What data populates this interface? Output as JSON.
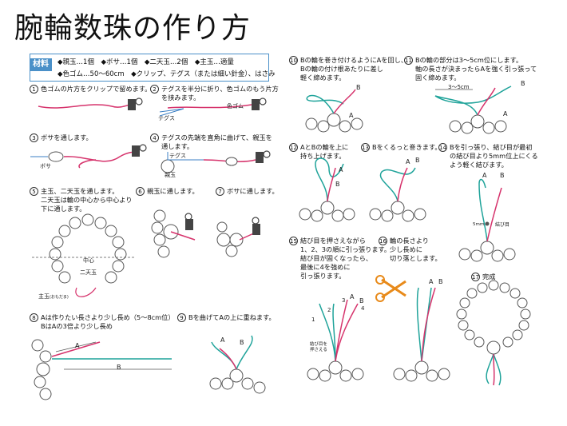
{
  "title": "腕輪数珠の作り方",
  "materials": {
    "tag": "材料",
    "line1": "◆親玉…1個　◆ボサ…1個　◆二天玉…2個　◆主玉…適量",
    "line2": "◆色ゴム…50〜60cm　◆クリップ、テグス（または細い針金）、はさみ"
  },
  "steps": [
    {
      "num": "1",
      "lines": [
        "色ゴムの片方をクリップで留めます。"
      ]
    },
    {
      "num": "2",
      "lines": [
        "テグスを半分に折り、色ゴムのもう片方",
        "を挟みます。"
      ]
    },
    {
      "num": "3",
      "lines": [
        "ボサを通します。"
      ]
    },
    {
      "num": "4",
      "lines": [
        "テグスの先端を直角に曲げて、親玉を",
        "通します。"
      ]
    },
    {
      "num": "5",
      "lines": [
        "主玉、二天玉を通します。",
        "二天玉は輪の中心から中心より",
        "下に通します。"
      ]
    },
    {
      "num": "6",
      "lines": [
        "親玉に通します。"
      ]
    },
    {
      "num": "7",
      "lines": [
        "ボサに通します。"
      ]
    },
    {
      "num": "8",
      "lines": [
        "Aは作りたい長さより少し長め（5〜8cm位）",
        "BはAの3倍より少し長め"
      ]
    },
    {
      "num": "9",
      "lines": [
        "Bを曲げてAの上に重ねます。"
      ]
    },
    {
      "num": "10",
      "lines": [
        "Bの輪を巻き付けるようにAを回し、",
        "Bの輪の付け根あたりに差し",
        "軽く締めます。"
      ]
    },
    {
      "num": "11",
      "lines": [
        "Bの輪の部分は3〜5cm位にします。",
        "軸の長さが決まったらAを強く引っ張って",
        "固く締めます。"
      ]
    },
    {
      "num": "12",
      "lines": [
        "AとBの輪を上に",
        "持ち上げます。"
      ]
    },
    {
      "num": "13",
      "lines": [
        "Bをくるっと巻きます。"
      ]
    },
    {
      "num": "14",
      "lines": [
        "Bを引っ張り、結び目が最初",
        "の結び目より5mm位上にくる",
        "よう軽く結びます。"
      ]
    },
    {
      "num": "15",
      "lines": [
        "結び目を押さえながら",
        "1、2、3の順に引っ張ります。",
        "結び目が固くなったら、",
        "最後に4を強めに",
        "引っ張ります。"
      ]
    },
    {
      "num": "16",
      "lines": [
        "輪の長さより",
        "少し長めに",
        "切り落とします。"
      ]
    },
    {
      "num": "17",
      "lines": [
        "完成"
      ]
    }
  ],
  "labels": {
    "color_rubber": "色ゴム",
    "tegusu": "テグス",
    "bosa": "ボサ",
    "oyadama": "親玉",
    "center": "中心",
    "nitendama": "二天玉",
    "shudama": "主玉",
    "shudama_reading": "(おもだま)",
    "a": "A",
    "b": "B",
    "length_3to5": "3〜5cm",
    "five_mm": "5mm",
    "knot": "結び目",
    "press_knot": "結び目を",
    "press_knot2": "押さえる",
    "n1": "1",
    "n2": "2",
    "n3": "3",
    "n4": "4"
  },
  "colors": {
    "pink": "#d6336c",
    "teal": "#1fa39a",
    "blue": "#3b7fc4",
    "red": "#e0452b",
    "bead": "#555555"
  }
}
